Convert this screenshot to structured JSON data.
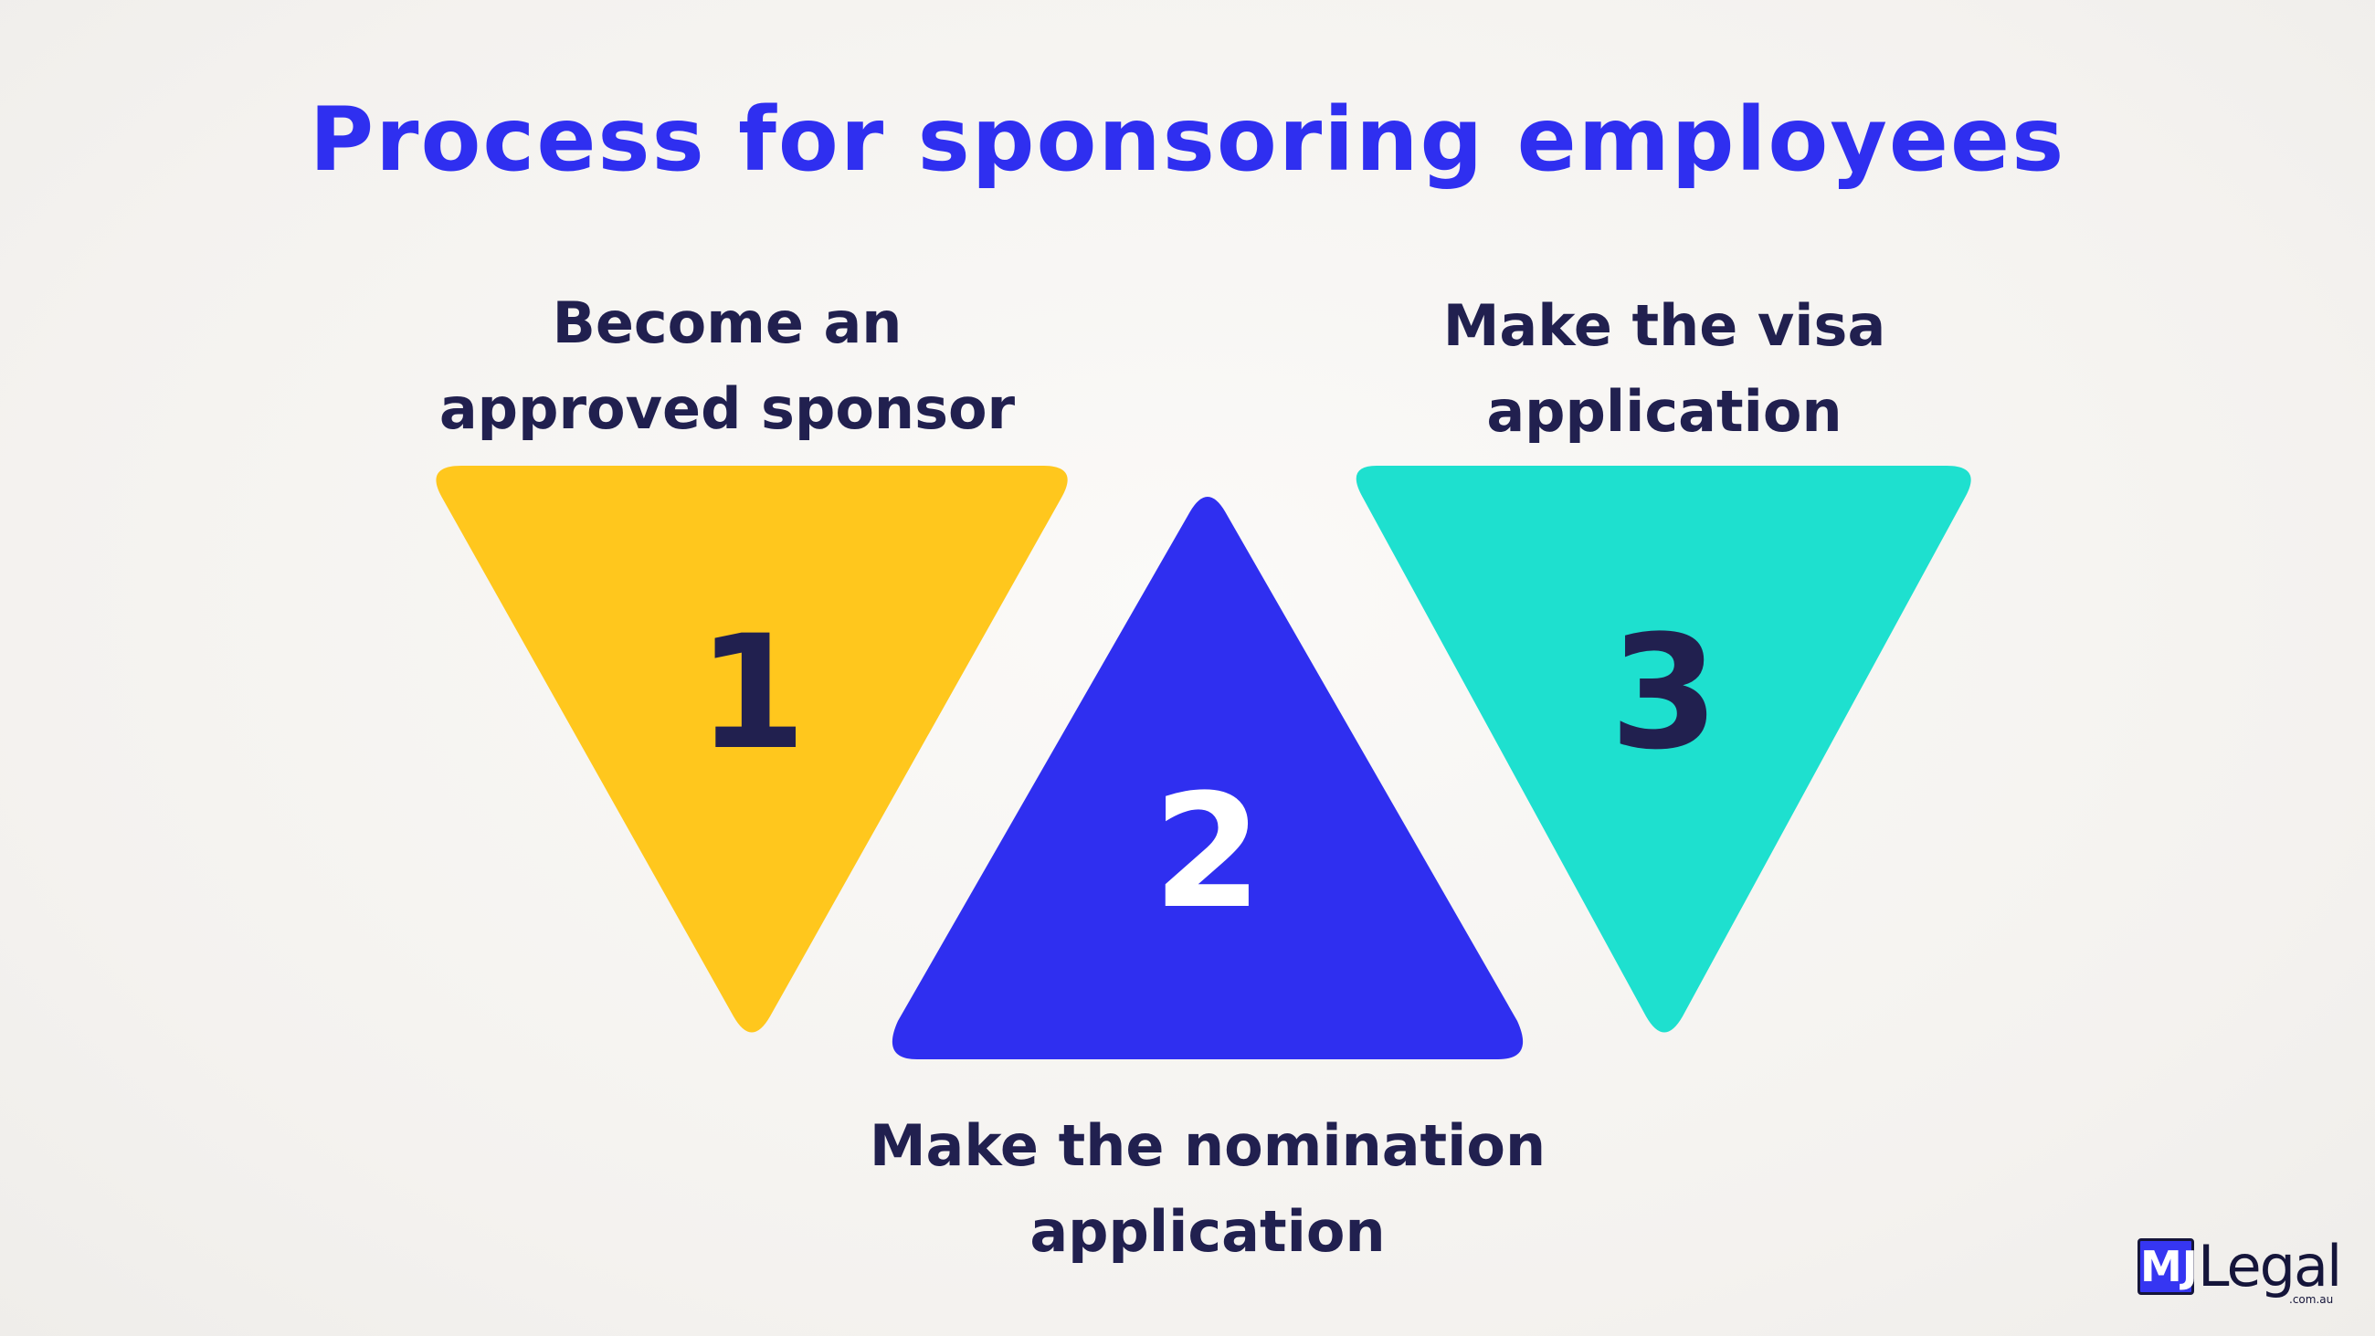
{
  "title": "Process for sponsoring employees",
  "colors": {
    "title": "#2f2ff0",
    "text": "#21204f",
    "step1": "#ffc71d",
    "step2": "#2f2ff0",
    "step3": "#1ee0cf",
    "number_dark": "#21204f",
    "number_light": "#ffffff"
  },
  "steps": [
    {
      "number": "1",
      "label_lines": [
        "Become an",
        "approved sponsor"
      ],
      "shape": "triangle-down",
      "color": "#ffc71d"
    },
    {
      "number": "2",
      "label_lines": [
        "Make the nomination",
        "application"
      ],
      "shape": "triangle-up",
      "color": "#2f2ff0"
    },
    {
      "number": "3",
      "label_lines": [
        "Make the visa",
        "application"
      ],
      "shape": "triangle-down",
      "color": "#1ee0cf"
    }
  ],
  "logo": {
    "mark": "MJ",
    "word": "Legal",
    "sub": ".com.au"
  }
}
